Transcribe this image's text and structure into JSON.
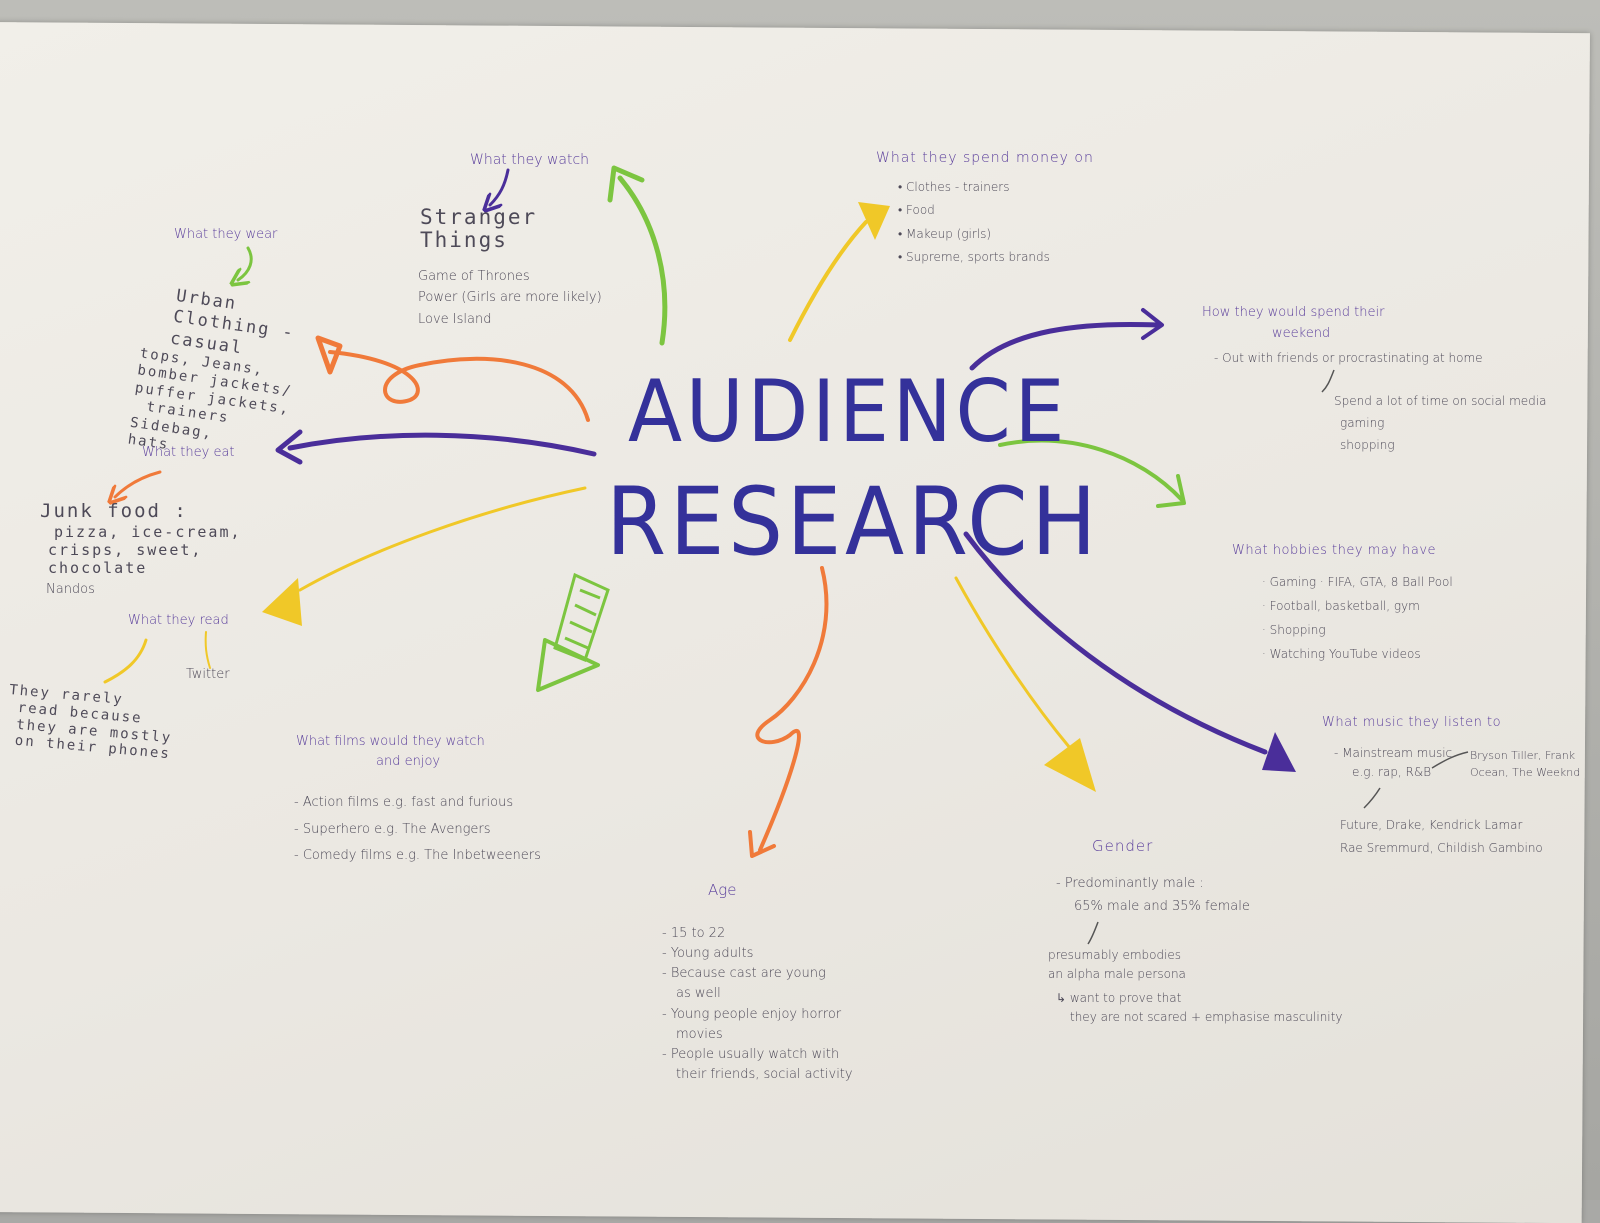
{
  "title": {
    "line1": "AUDIENCE",
    "line2": "RESEARCH"
  },
  "branches": {
    "wear": {
      "heading": "What they wear",
      "lines": [
        "Urban",
        "Clothing -",
        "casual",
        "tops, Jeans,",
        "bomber jackets/",
        "puffer jackets,",
        "trainers",
        "Sidebag,",
        "hats"
      ]
    },
    "watch": {
      "heading": "What they watch",
      "show1": [
        "Stranger",
        "Things"
      ],
      "lines": [
        "Game of Thrones",
        "Power (Girls are more likely)",
        "Love Island"
      ]
    },
    "spend": {
      "heading": "What they spend money on",
      "lines": [
        "• Clothes - trainers",
        "• Food",
        "• Makeup (girls)",
        "• Supreme, sports brands"
      ]
    },
    "weekend": {
      "heading1": "How they would spend their",
      "heading2": "weekend",
      "lines": [
        "- Out with friends or procrastinating at home",
        "Spend a lot of time on social media",
        "gaming",
        "shopping"
      ]
    },
    "hobbies": {
      "heading": "What hobbies they may have",
      "lines": [
        "· Gaming · FIFA, GTA, 8 Ball Pool",
        "· Football, basketball, gym",
        "· Shopping",
        "· Watching YouTube videos"
      ]
    },
    "music": {
      "heading": "What music they listen to",
      "lines": [
        "- Mainstream music",
        "e.g. rap, R&B",
        "Bryson Tiller, Frank",
        "Ocean, The Weeknd",
        "Future, Drake, Kendrick Lamar",
        "Rae Sremmurd, Childish Gambino"
      ]
    },
    "gender": {
      "heading": "Gender",
      "lines": [
        "- Predominantly male :",
        "65% male and 35% female",
        "presumably embodies",
        "an alpha male persona",
        "↳ want to prove that",
        "they are not scared + emphasise masculinity"
      ]
    },
    "age": {
      "heading": "Age",
      "lines": [
        "- 15 to 22",
        "- Young adults",
        "- Because cast are young",
        "as well",
        "- Young people enjoy horror",
        "movies",
        "- People usually watch with",
        "their friends, social activity"
      ]
    },
    "films": {
      "heading1": "What films would they watch",
      "heading2": "and enjoy",
      "lines": [
        "- Action films e.g. fast and furious",
        "- Superhero e.g. The Avengers",
        "- Comedy films e.g. The Inbetweeners"
      ]
    },
    "read": {
      "heading": "What they read",
      "twitter": "Twitter",
      "lines": [
        "They rarely",
        "read because",
        "they are mostly",
        "on their phones"
      ]
    },
    "eat": {
      "heading": "What they eat",
      "lines": [
        "Junk food :",
        "pizza, ice-cream,",
        "crisps, sweet,",
        "chocolate"
      ],
      "extra": "Nandos"
    }
  },
  "colors": {
    "purple": "#4a2e9a",
    "green": "#7cc540",
    "orange": "#f07a3a",
    "yellow": "#f0c828",
    "title": "#34319a"
  }
}
